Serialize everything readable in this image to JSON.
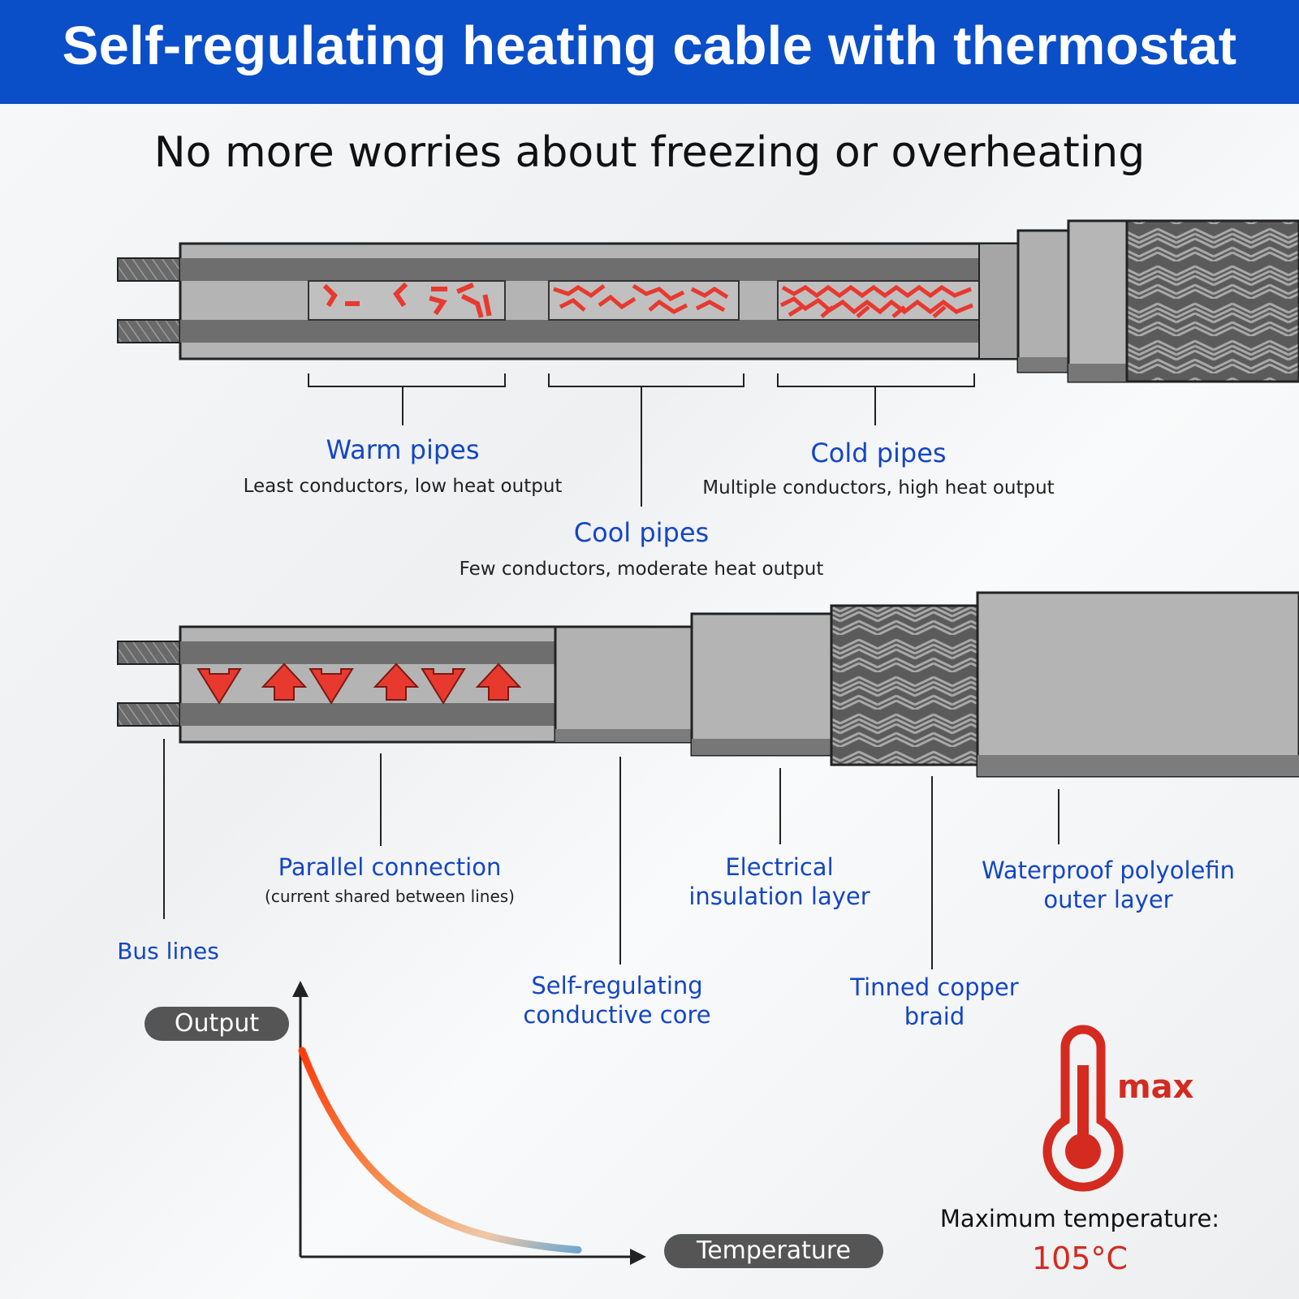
{
  "header": {
    "title": "Self-regulating heating cable with thermostat"
  },
  "subtitle": "No more worries about freezing or overheating",
  "zones": [
    {
      "title": "Warm pipes",
      "desc": "Least conductors, low heat output"
    },
    {
      "title": "Cool pipes",
      "desc": "Few conductors, moderate heat output"
    },
    {
      "title": "Cold pipes",
      "desc": "Multiple conductors, high heat output"
    }
  ],
  "layers": {
    "bus_lines": "Bus lines",
    "parallel_connection": "Parallel connection",
    "parallel_note": "(current shared between lines)",
    "core_line1": "Self-regulating",
    "core_line2": "conductive core",
    "insulation_line1": "Electrical",
    "insulation_line2": "insulation layer",
    "braid_line1": "Tinned copper",
    "braid_line2": "braid",
    "outer_line1": "Waterproof polyolefin",
    "outer_line2": "outer layer"
  },
  "graph": {
    "y_label": "Output",
    "x_label": "Temperature"
  },
  "thermostat": {
    "max_label": "max",
    "caption": "Maximum temperature:",
    "value": "105°C"
  },
  "colors": {
    "banner": "#0a4fc8",
    "label_blue": "#1446c4",
    "heat_red": "#e8392f",
    "value_red": "#d42a1f"
  }
}
